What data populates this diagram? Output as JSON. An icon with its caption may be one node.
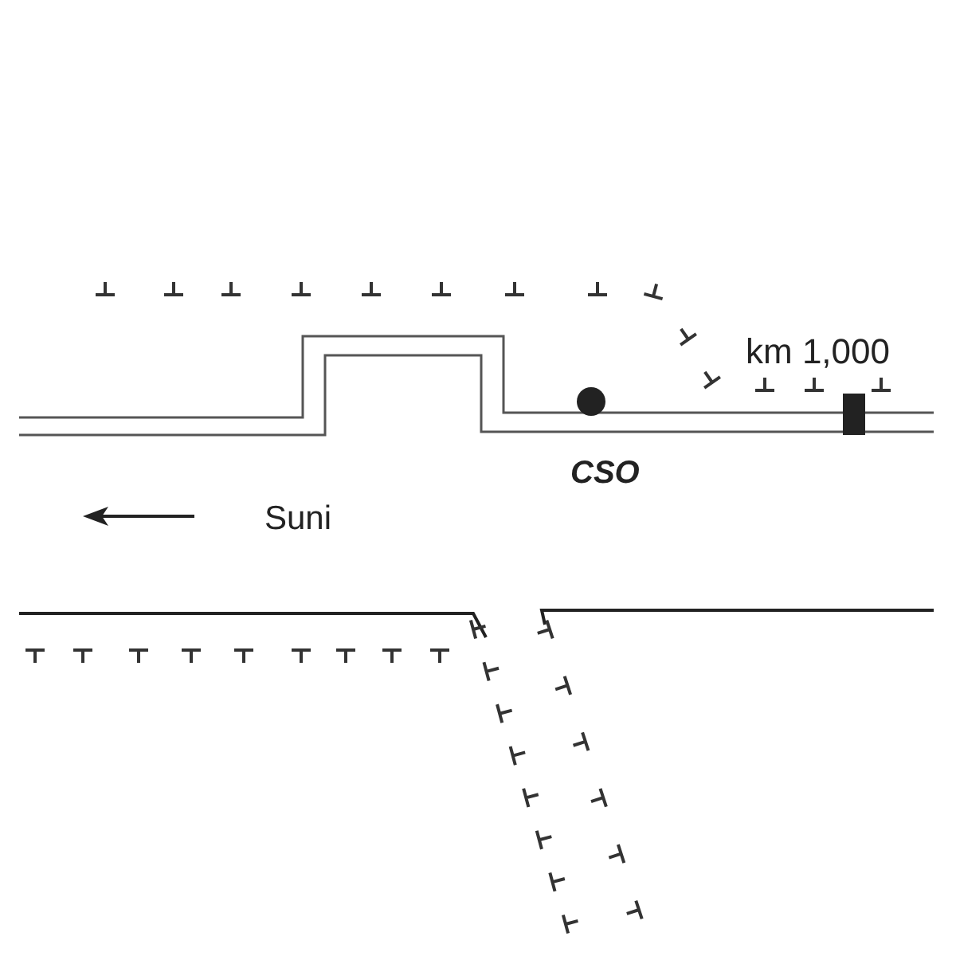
{
  "diagram": {
    "labels": [
      "km 1,000",
      "CSO",
      "Suni"
    ]
  }
}
